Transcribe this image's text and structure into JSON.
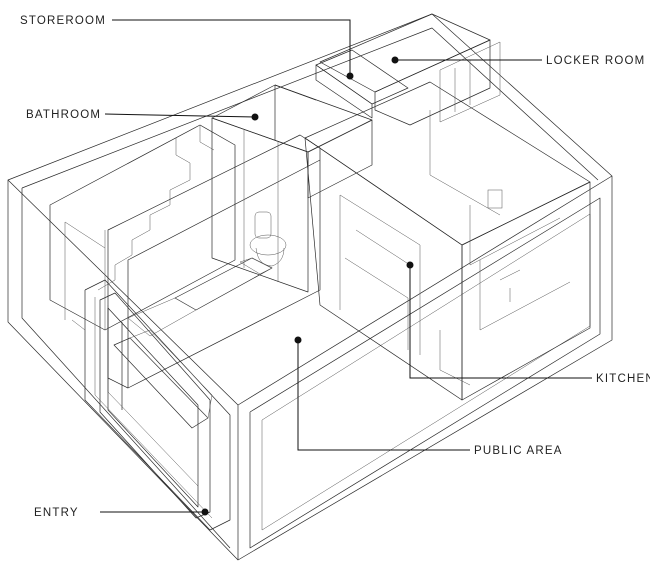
{
  "labels": {
    "storeroom": "STOREROOM",
    "bathroom": "BATHROOM",
    "locker_room": "LOCKER ROOM",
    "kitchen": "KITCHEN",
    "public_area": "PUBLIC AREA",
    "entry": "ENTRY"
  },
  "colors": {
    "kitchen": "#f2b84b",
    "locker_room": "#d9a94c",
    "bathroom": "#7fbcd6",
    "storeroom": "#4d8ea8",
    "bench": "#f3c35c",
    "wire": "#2b2b2b"
  }
}
